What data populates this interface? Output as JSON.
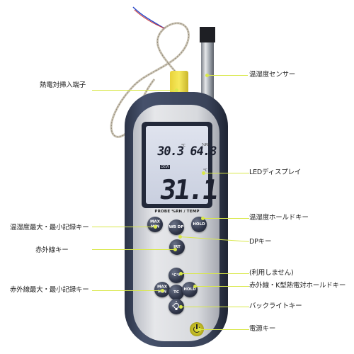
{
  "callouts": {
    "thermocouple_port": "熱電対挿入端子",
    "temp_humidity_sensor": "温湿度センサー",
    "led_display": "LEDディスプレイ",
    "temp_humidity_hold_key": "温湿度ホールドキー",
    "temp_humidity_max_min_key": "温湿度最大・最小記録キー",
    "dp_key": "DPキー",
    "infrared_key": "赤外線キー",
    "unused_key": "(利用しません)",
    "infrared_max_min_key": "赤外線最大・最小記録キー",
    "infrared_thermocouple_hold_key": "赤外線・K型熱電対ホールドキー",
    "backlight_key": "バックライトキー",
    "power_key": "電源キー"
  },
  "display": {
    "temp_reading": "30.3",
    "humidity_reading": "64.8",
    "main_reading": "31.1",
    "humidity_unit": "%RH",
    "temp_unit": "°C",
    "mode_tag": "DEW",
    "panel_label": "PROBE %RH / TEMP"
  },
  "buttons": {
    "max_min_top": "MAX MIN",
    "wb_dp": "WB DP",
    "hold_top": "HOLD",
    "irt": "IRT",
    "c_f": "°C°F",
    "max_min_bottom": "MAX MIN",
    "hold_bottom": "HOLD",
    "extra_label": "TC"
  },
  "colors": {
    "leader_line": "#d9e84a",
    "body_dark": "#2c3347",
    "body_light": "#e6e7ea",
    "connector_yellow": "#f6e95b"
  }
}
